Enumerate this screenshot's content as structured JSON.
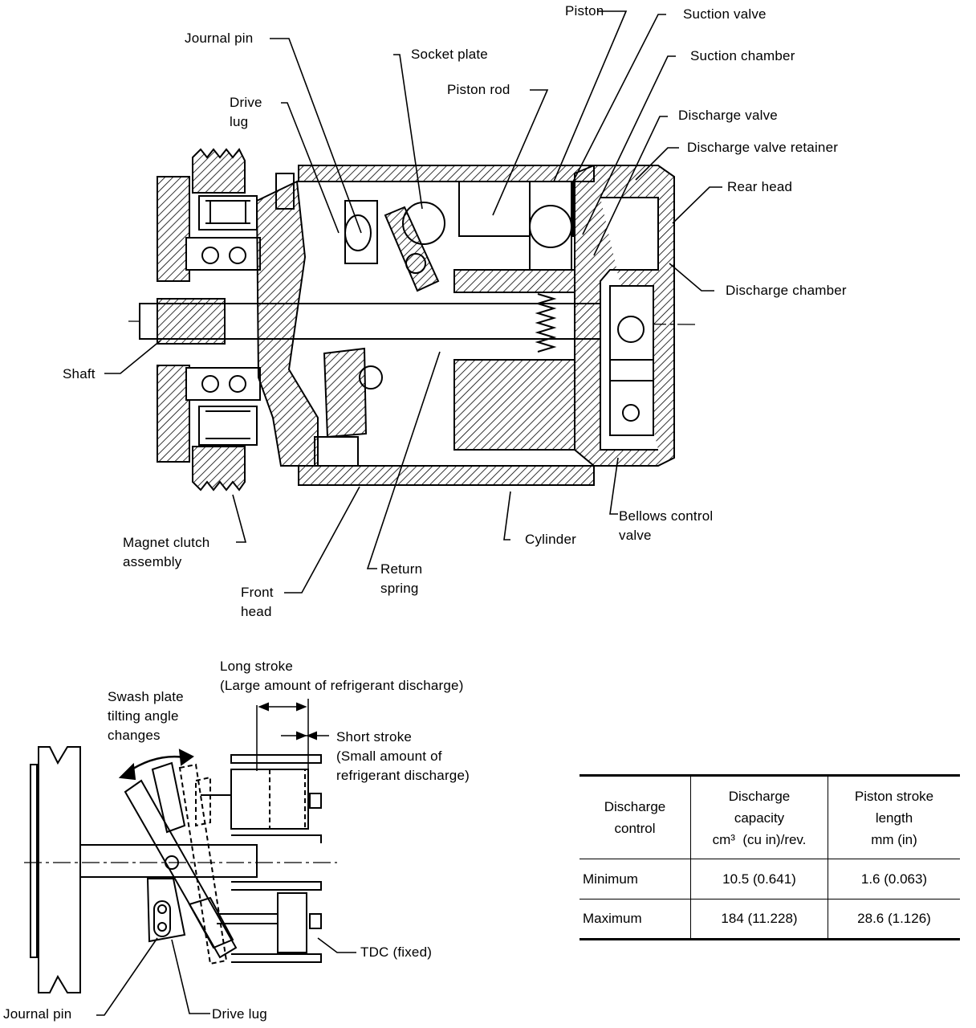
{
  "top_labels": {
    "piston": "Piston",
    "suction_valve": "Suction valve",
    "journal_pin": "Journal pin",
    "socket_plate": "Socket plate",
    "suction_chamber": "Suction chamber",
    "piston_rod": "Piston rod",
    "drive_lug": "Drive\nlug",
    "discharge_valve": "Discharge valve",
    "discharge_valve_retainer": "Discharge valve retainer",
    "rear_head": "Rear head",
    "discharge_chamber": "Discharge chamber",
    "shaft": "Shaft",
    "bellows_control_valve": "Bellows control\nvalve",
    "cylinder": "Cylinder",
    "magnet_clutch_assembly": "Magnet clutch\nassembly",
    "return_spring": "Return\nspring",
    "front_head": "Front\nhead"
  },
  "bottom_labels": {
    "long_stroke": "Long stroke\n(Large amount of refrigerant discharge)",
    "swash_plate": "Swash plate\ntilting angle\nchanges",
    "short_stroke": "Short stroke\n(Small amount of\nrefrigerant discharge)",
    "tdc": "TDC (fixed)",
    "journal_pin": "Journal pin",
    "drive_lug": "Drive lug"
  },
  "table": {
    "headers": [
      "Discharge\ncontrol",
      "Discharge\ncapacity\ncm³  (cu in)/rev.",
      "Piston stroke\nlength\nmm (in)"
    ],
    "rows": [
      [
        "Minimum",
        "10.5 (0.641)",
        "1.6 (0.063)"
      ],
      [
        "Maximum",
        "184 (11.228)",
        "28.6 (1.126)"
      ]
    ]
  }
}
